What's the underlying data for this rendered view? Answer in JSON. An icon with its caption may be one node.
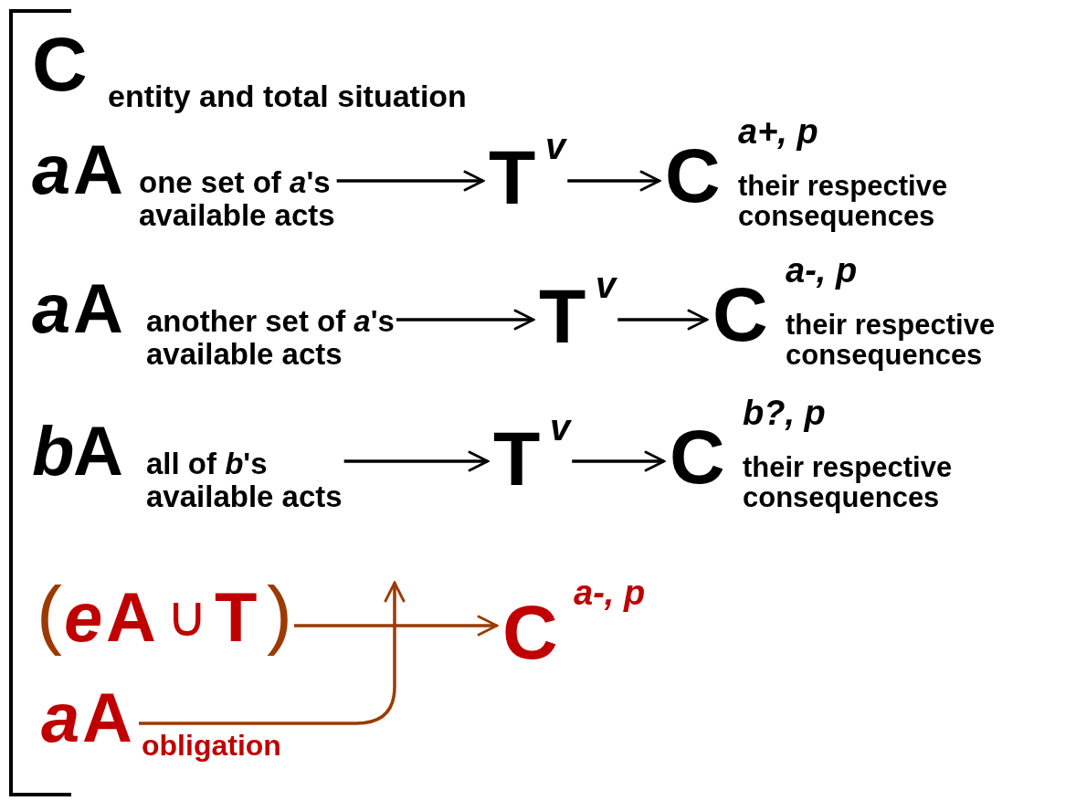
{
  "diagram": {
    "nodes": [
      {
        "text": [
          "a",
          "A",
          "one set of *a*'s available acts"
        ]
      },
      {
        "text": [
          "T",
          "v"
        ]
      },
      {
        "text": [
          "C",
          "*a*+, *p*",
          "their respective consequences"
        ]
      },
      {
        "text": [
          "a",
          "A",
          "another set of *a*'s available acts"
        ]
      },
      {
        "text": [
          "T",
          "v"
        ]
      },
      {
        "text": [
          "C",
          "*a*-, *p*",
          "their respective consequences"
        ]
      },
      {
        "text": [
          "b",
          "A",
          "all of *b*'s available acts"
        ]
      },
      {
        "text": [
          "T",
          "v"
        ]
      },
      {
        "text": [
          "C",
          "*b*?, *p*",
          "their respective consequences"
        ]
      },
      {
        "text": [
          "(",
          "e",
          "A",
          "∪",
          "T",
          ")"
        ]
      },
      {
        "text": [
          "C",
          "*a*-, *p*"
        ]
      },
      {
        "text": [
          "a",
          "A",
          "obligation"
        ]
      }
    ],
    "edges": [
      {
        "from": 0,
        "to": 1,
        "arrow": "to"
      },
      {
        "from": 1,
        "to": 2,
        "arrow": "to"
      },
      {
        "from": 3,
        "to": 4,
        "arrow": "to"
      },
      {
        "from": 4,
        "to": 5,
        "arrow": "to"
      },
      {
        "from": 6,
        "to": 7,
        "arrow": "to"
      },
      {
        "from": 7,
        "to": 8,
        "arrow": "to"
      },
      {
        "from": 9,
        "to": 10,
        "arrow": "to",
        "color": "#9c3a00"
      },
      {
        "from": 11,
        "to": null,
        "arrow": "to",
        "color": "#9c3a00"
      }
    ],
    "labels": [
      "C",
      "entity and total situation"
    ]
  }
}
